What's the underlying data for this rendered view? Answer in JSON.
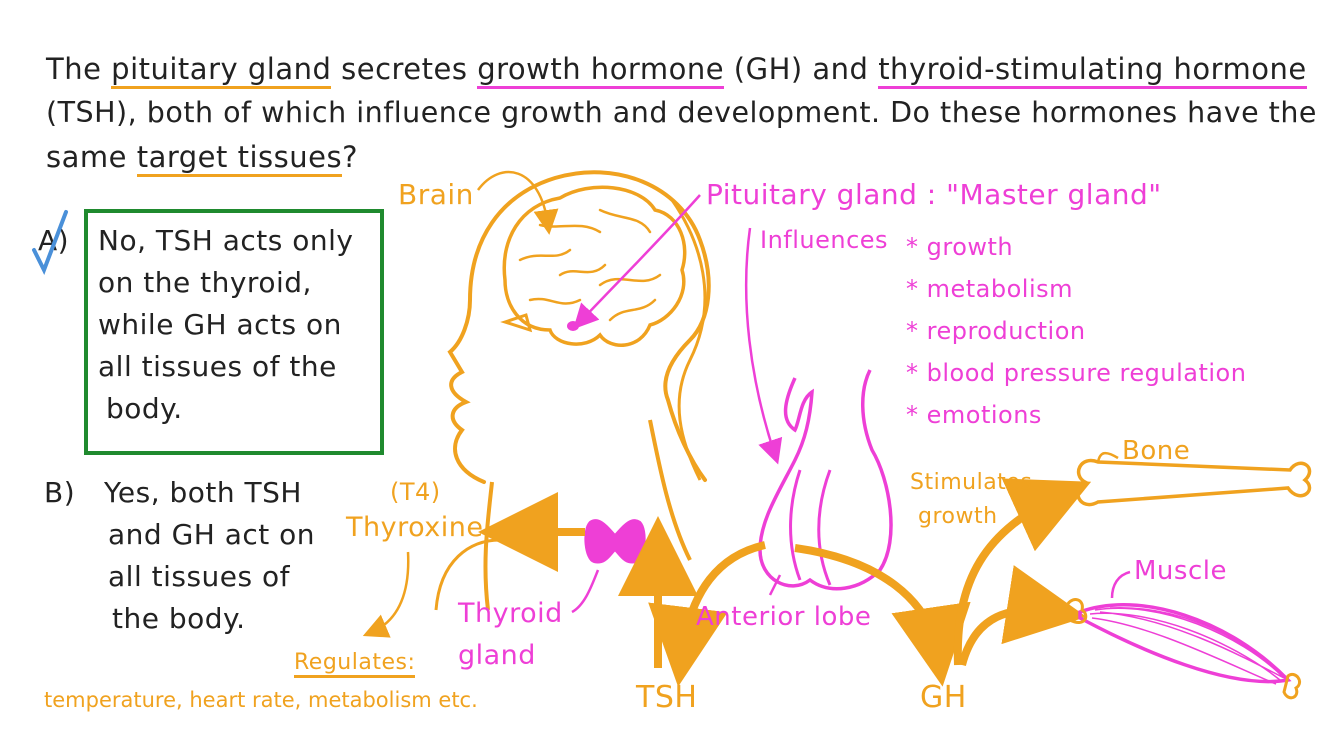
{
  "question": {
    "line1_pre": "The ",
    "term_pituitary": "pituitary gland",
    "line1_mid": " secretes ",
    "term_gh": "growth hormone",
    "line1_mid2": " (GH) and ",
    "term_tsh": "thyroid-stimulating hormone",
    "line2": "(TSH), both of which influence growth and development. Do these hormones have the",
    "line3_pre": "same ",
    "term_target": "target tissues",
    "line3_post": "?"
  },
  "options": {
    "a": {
      "letter": "A)",
      "lines": [
        "No, TSH acts only",
        "on the thyroid,",
        "while GH acts on",
        "all tissues of the",
        "body."
      ]
    },
    "b": {
      "letter": "B)",
      "lines": [
        "Yes, both TSH",
        "and GH act on",
        "all tissues of",
        "the body."
      ]
    }
  },
  "labels": {
    "brain": "Brain",
    "pituitary_title": "Pituitary gland : \"Master gland\"",
    "influences": "Influences",
    "influence_items": [
      "* growth",
      "* metabolism",
      "* reproduction",
      "* blood pressure regulation",
      "* emotions"
    ],
    "t4": "(T4)",
    "thyroxine": "Thyroxine",
    "thyroid_gland_1": "Thyroid",
    "thyroid_gland_2": "gland",
    "anterior_lobe": "Anterior lobe",
    "tsh": "TSH",
    "gh": "GH",
    "stimulates_1": "Stimulates",
    "stimulates_2": "growth",
    "bone": "Bone",
    "muscle": "Muscle",
    "regulates": "Regulates:",
    "regulates_list": "temperature, heart rate, metabolism etc."
  },
  "colors": {
    "orange": "#f0a21f",
    "magenta": "#ee3fd6",
    "green": "#1f8a2e",
    "check": "#4a90d9",
    "text": "#222222"
  }
}
